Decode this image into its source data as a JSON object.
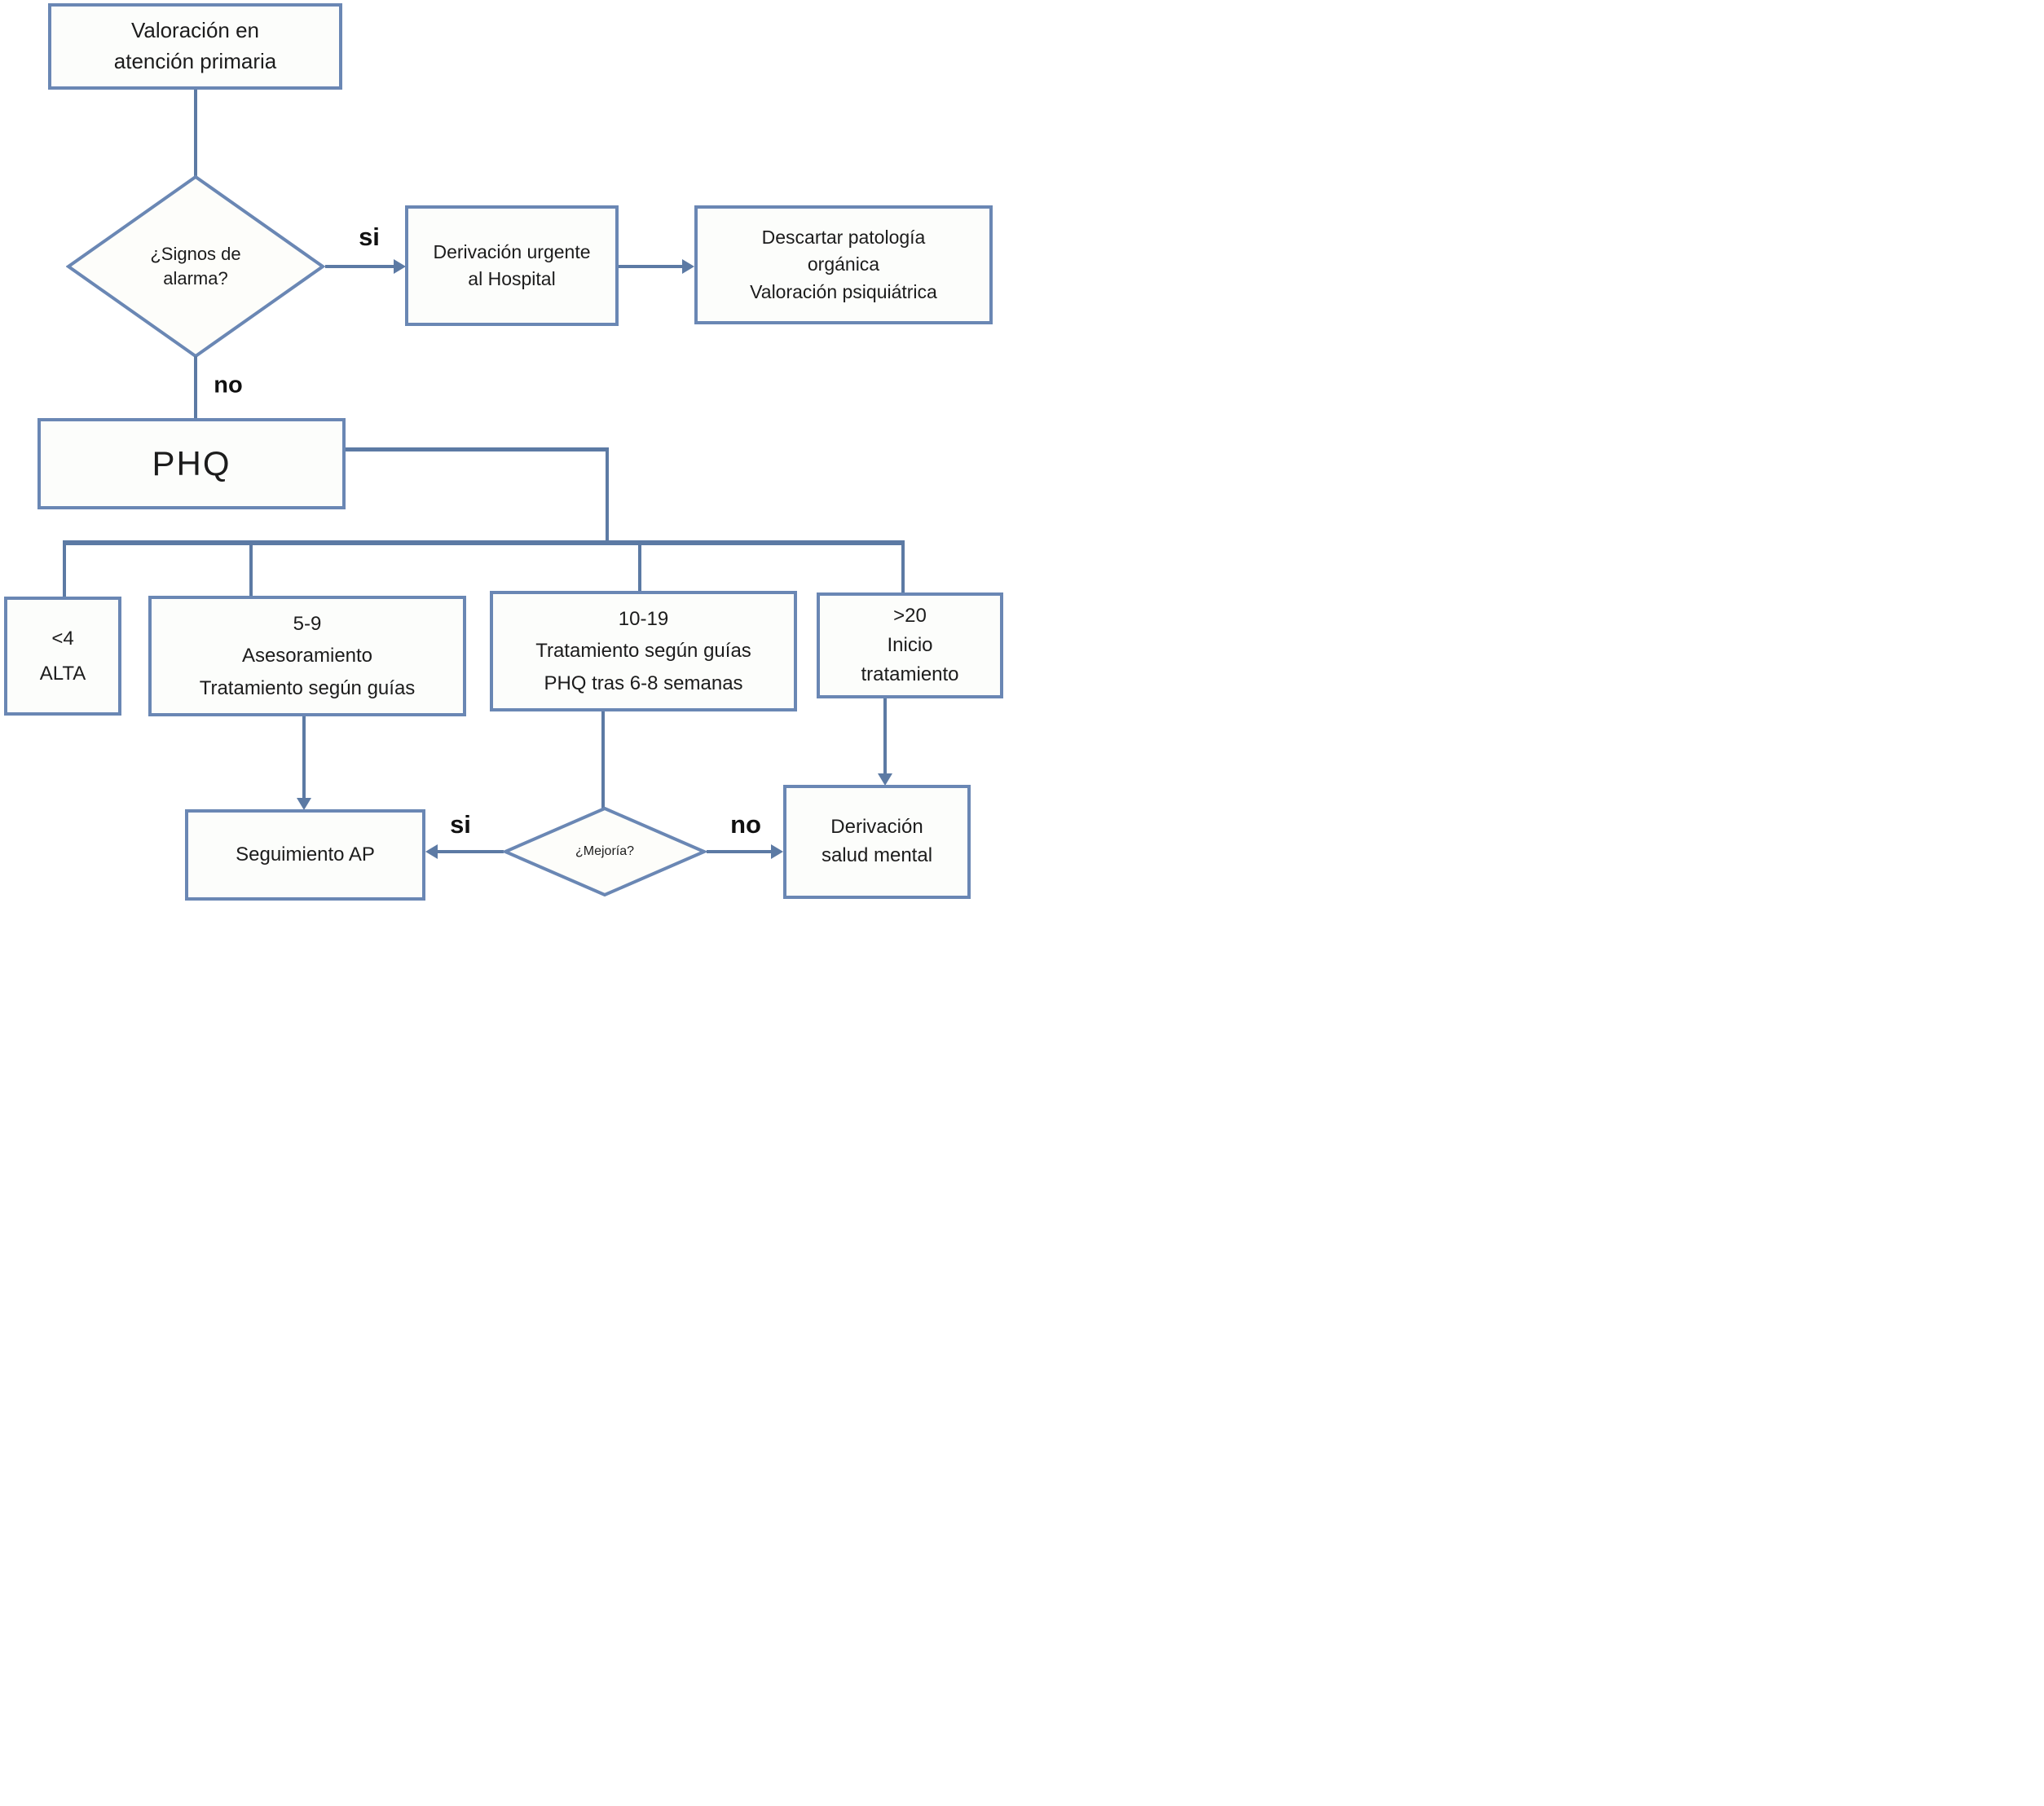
{
  "flowchart": {
    "colors": {
      "line": "#5c7aa4",
      "box_border": "#6a87b4",
      "box_fill": "#fcfdfb",
      "text": "#1c1c1c"
    },
    "title_box": {
      "lines": [
        "Valoración en",
        "atención primaria"
      ]
    },
    "decision_alarma": {
      "lines": [
        "¿Signos de",
        "alarma?"
      ]
    },
    "labels": {
      "si_alarma": "si",
      "no_alarma": "no",
      "si_mejoria": "si",
      "no_mejoria": "no"
    },
    "urgente_box": {
      "lines": [
        "Derivación urgente",
        "al Hospital"
      ]
    },
    "descartar_box": {
      "lines": [
        "Descartar patología",
        "orgánica",
        "Valoración psiquiátrica"
      ]
    },
    "phq_box": {
      "label": "PHQ"
    },
    "score_lt4_box": {
      "lines": [
        "<4",
        "ALTA"
      ]
    },
    "score_5_9_box": {
      "lines": [
        "5-9",
        "Asesoramiento",
        "Tratamiento según guías"
      ]
    },
    "score_10_19_box": {
      "lines": [
        "10-19",
        "Tratamiento según guías",
        "PHQ tras 6-8 semanas"
      ]
    },
    "score_gt20_box": {
      "lines": [
        ">20",
        "Inicio",
        "tratamiento"
      ]
    },
    "seguimiento_box": {
      "label": "Seguimiento AP"
    },
    "decision_mejoria": {
      "label": "¿Mejoría?"
    },
    "derivacion_box": {
      "lines": [
        "Derivación",
        "salud mental"
      ]
    }
  }
}
